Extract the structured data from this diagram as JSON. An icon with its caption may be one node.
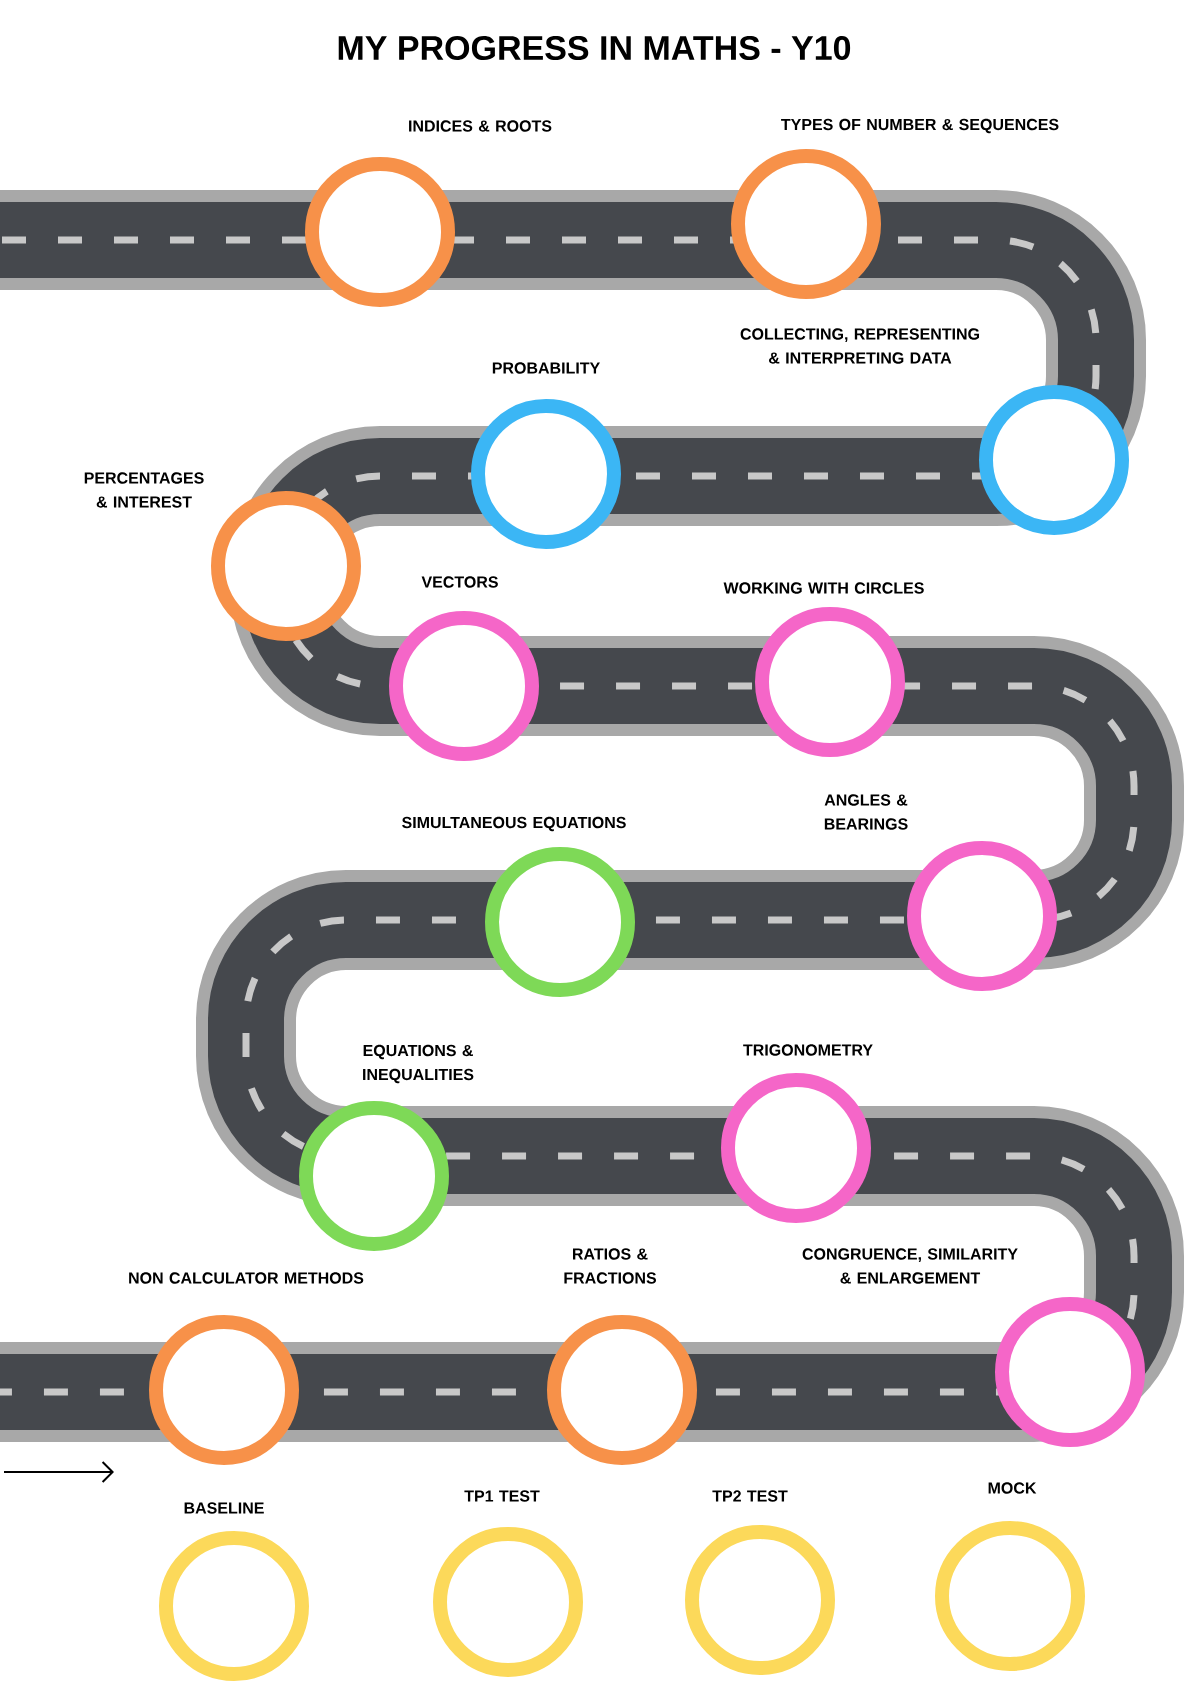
{
  "diagram": {
    "title": "MY PROGRESS IN MATHS - Y10",
    "nodes": [
      {
        "text": [
          "INDICES & ROOTS"
        ]
      },
      {
        "text": [
          "TYPES OF NUMBER & SEQUENCES"
        ]
      },
      {
        "text": [
          "PROBABILITY"
        ]
      },
      {
        "text": [
          "COLLECTING, REPRESENTING & INTERPRETING DATA"
        ]
      },
      {
        "text": [
          "PERCENTAGES & INTEREST"
        ]
      },
      {
        "text": [
          "VECTORS"
        ]
      },
      {
        "text": [
          "WORKING WITH CIRCLES"
        ]
      },
      {
        "text": [
          "SIMULTANEOUS EQUATIONS"
        ]
      },
      {
        "text": [
          "ANGLES & BEARINGS"
        ]
      },
      {
        "text": [
          "EQUATIONS & INEQUALITIES"
        ]
      },
      {
        "text": [
          "TRIGONOMETRY"
        ]
      },
      {
        "text": [
          "NON CALCULATOR METHODS"
        ]
      },
      {
        "text": [
          "RATIOS & FRACTIONS"
        ]
      },
      {
        "text": [
          "CONGRUENCE, SIMILARITY & ENLARGEMENT"
        ]
      },
      {
        "text": [
          "BASELINE"
        ]
      },
      {
        "text": [
          "TP1 TEST"
        ]
      },
      {
        "text": [
          "TP2 TEST"
        ]
      },
      {
        "text": [
          "MOCK"
        ]
      }
    ]
  }
}
